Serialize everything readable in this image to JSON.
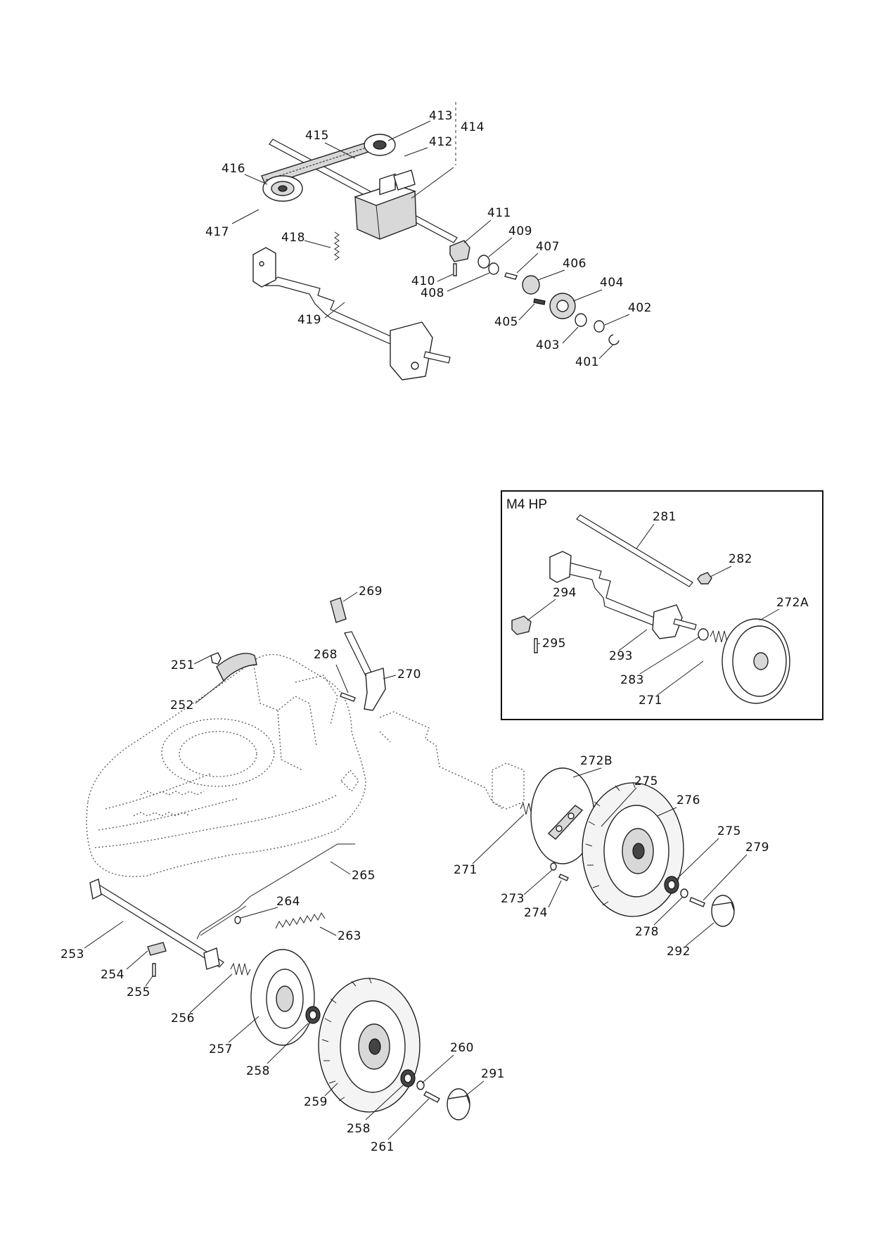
{
  "inset": {
    "title": "M4 HP"
  },
  "labels": {
    "p413": "413",
    "p415": "415",
    "p414": "414",
    "p412": "412",
    "p416": "416",
    "p417": "417",
    "p418": "418",
    "p411": "411",
    "p409": "409",
    "p407": "407",
    "p410": "410",
    "p408": "408",
    "p406": "406",
    "p404": "404",
    "p419": "419",
    "p405": "405",
    "p402": "402",
    "p403": "403",
    "p401": "401",
    "p281": "281",
    "p282": "282",
    "p294": "294",
    "p272A": "272A",
    "p295": "295",
    "p293": "293",
    "p283": "283",
    "p271a": "271",
    "p269": "269",
    "p251": "251",
    "p268": "268",
    "p270": "270",
    "p252": "252",
    "p272B": "272B",
    "p275a": "275",
    "p276": "276",
    "p275b": "275",
    "p279": "279",
    "p271b": "271",
    "p265": "265",
    "p273": "273",
    "p274": "274",
    "p278": "278",
    "p264": "264",
    "p292": "292",
    "p263": "263",
    "p253": "253",
    "p254": "254",
    "p255": "255",
    "p256": "256",
    "p257": "257",
    "p260": "260",
    "p291": "291",
    "p258a": "258",
    "p259": "259",
    "p258b": "258",
    "p261": "261"
  }
}
